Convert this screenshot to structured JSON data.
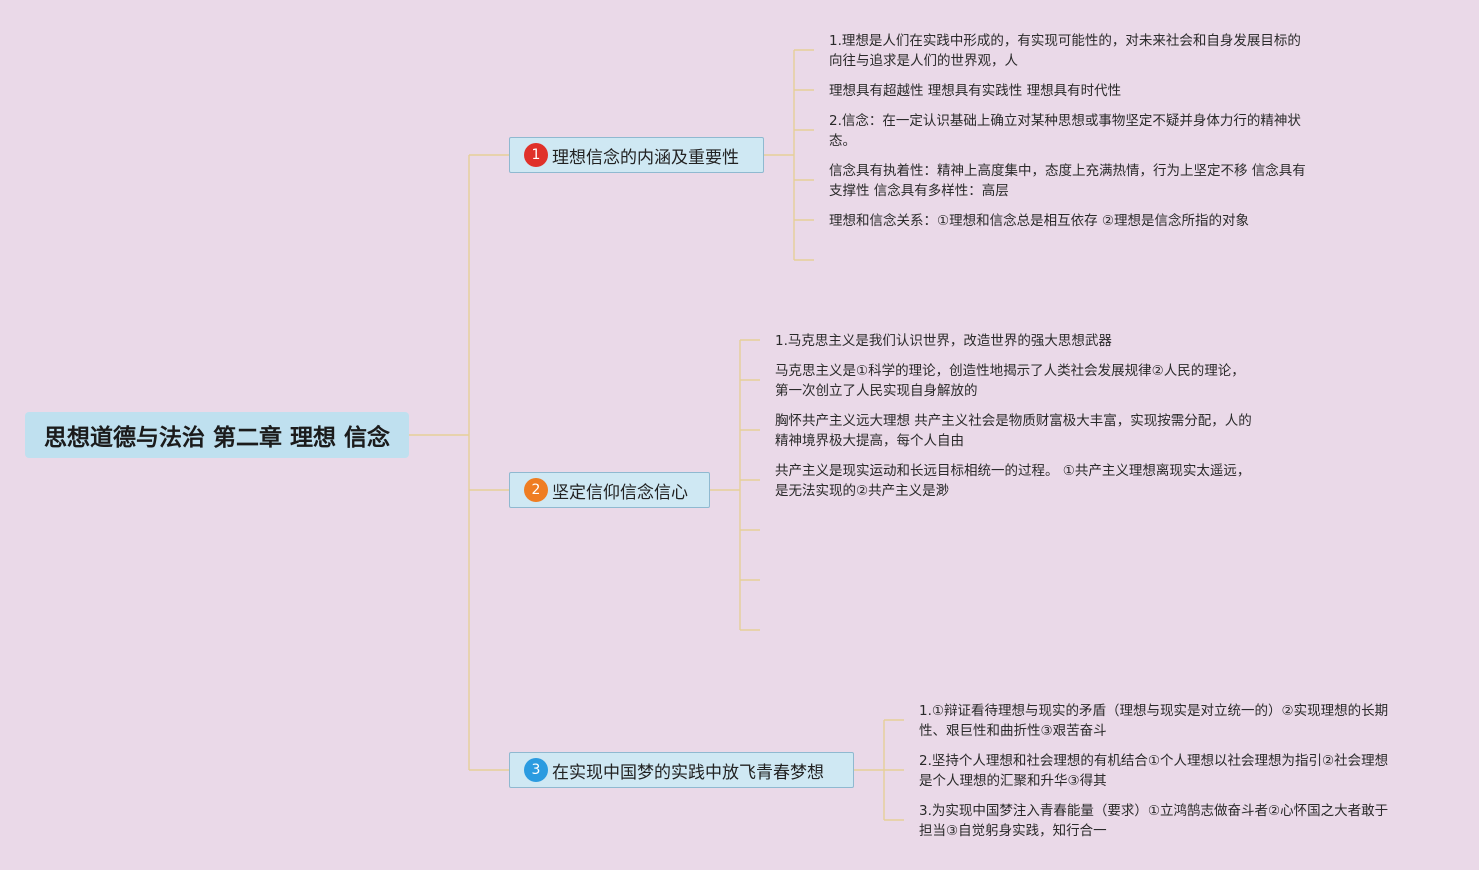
{
  "root": {
    "title": "思想道德与法治 第二章 理想 信念"
  },
  "branches": [
    {
      "number": "1",
      "badge_color": "#e0312a",
      "title": "理想信念的内涵及重要性",
      "items": [
        [
          "1.理想是人们在实践中形成的，有实现可能性的，对未来社会和自身发展目标的",
          "向往与追求是人们的世界观，人"
        ],
        [
          "理想具有超越性 理想具有实践性 理想具有时代性"
        ],
        [
          "2.信念：在一定认识基础上确立对某种思想或事物坚定不疑并身体力行的精神状",
          "态。"
        ],
        [
          "信念具有执着性：精神上高度集中，态度上充满热情，行为上坚定不移 信念具有",
          "支撑性 信念具有多样性：高层"
        ],
        [
          "理想和信念关系：①理想和信念总是相互依存 ②理想是信念所指的对象"
        ]
      ]
    },
    {
      "number": "2",
      "badge_color": "#ef7d22",
      "title": "坚定信仰信念信心",
      "items": [
        [
          "1.马克思主义是我们认识世界，改造世界的强大思想武器"
        ],
        [
          "马克思主义是①科学的理论，创造性地揭示了人类社会发展规律②人民的理论，",
          "第一次创立了人民实现自身解放的"
        ],
        [
          "胸怀共产主义远大理想 共产主义社会是物质财富极大丰富，实现按需分配，人的",
          "精神境界极大提高，每个人自由"
        ],
        [
          "共产主义是现实运动和长远目标相统一的过程。 ①共产主义理想离现实太遥远，",
          "是无法实现的②共产主义是渺"
        ]
      ]
    },
    {
      "number": "3",
      "badge_color": "#2b9be0",
      "title": "在实现中国梦的实践中放飞青春梦想",
      "items": [
        [
          "1.①辩证看待理想与现实的矛盾（理想与现实是对立统一的）②实现理想的长期",
          "性、艰巨性和曲折性③艰苦奋斗"
        ],
        [
          "2.坚持个人理想和社会理想的有机结合①个人理想以社会理想为指引②社会理想",
          "是个人理想的汇聚和升华③得其"
        ],
        [
          "3.为实现中国梦注入青春能量（要求）①立鸿鹄志做奋斗者②心怀国之大者敢于",
          "担当③自觉躬身实践，知行合一"
        ]
      ]
    }
  ]
}
